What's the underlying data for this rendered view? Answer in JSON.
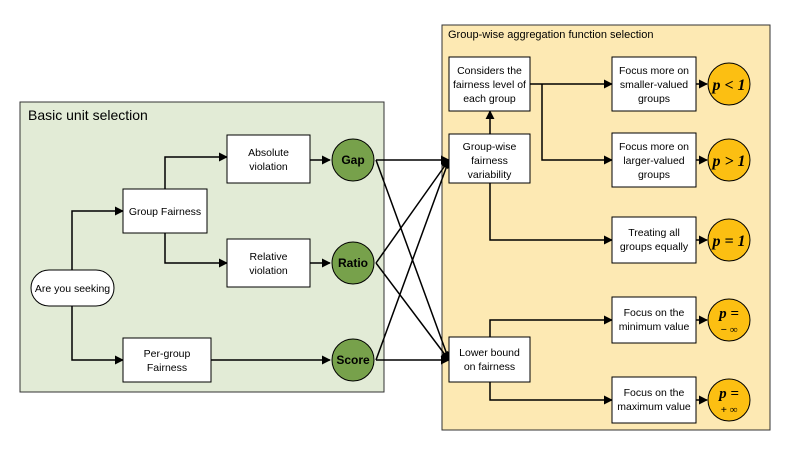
{
  "colors": {
    "left_panel_fill": "#e2ebd6",
    "right_panel_fill": "#fde9b3",
    "green_node": "#77a14b",
    "orange_node": "#fcbf12",
    "line": "#000000"
  },
  "panels": {
    "basic": {
      "title": "Basic unit selection"
    },
    "group": {
      "title": "Group-wise aggregation function selection"
    }
  },
  "left": {
    "start": "Are you seeking",
    "group_fairness": "Group Fairness",
    "per_group_fairness": [
      "Per-group",
      "Fairness"
    ],
    "absolute_violation": [
      "Absolute",
      "violation"
    ],
    "relative_violation": [
      "Relative",
      "violation"
    ]
  },
  "units": {
    "gap": "Gap",
    "ratio": "Ratio",
    "score": "Score"
  },
  "criteria": {
    "variability": [
      "Group-wise",
      "fairness",
      "variability"
    ],
    "considers": [
      "Considers the",
      "fairness level of",
      "each group"
    ],
    "lower_bound": [
      "Lower bound",
      "on fairness"
    ]
  },
  "focus": {
    "smaller": [
      "Focus more on",
      "smaller-valued",
      "groups"
    ],
    "larger": [
      "Focus more on",
      "larger-valued",
      "groups"
    ],
    "equal": [
      "Treating all",
      "groups equally"
    ],
    "minimum": [
      "Focus on the",
      "minimum value"
    ],
    "maximum": [
      "Focus on the",
      "maximum value"
    ]
  },
  "p_values": {
    "lt1": "p < 1",
    "gt1": "p > 1",
    "eq1": "p = 1",
    "neg_inf": {
      "top": "p =",
      "bottom": "− ∞"
    },
    "pos_inf": {
      "top": "p =",
      "bottom": "+ ∞"
    }
  }
}
